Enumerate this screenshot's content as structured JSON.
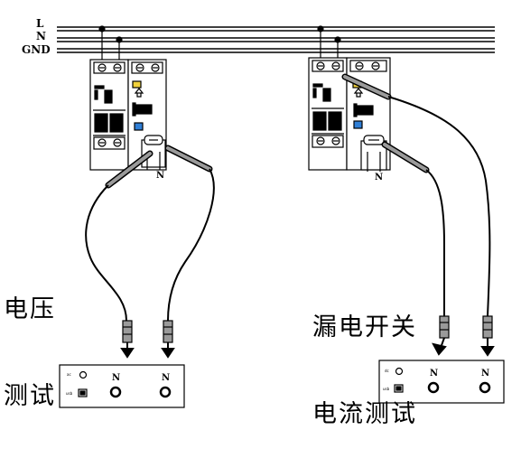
{
  "bus": {
    "lines": [
      "L",
      "N",
      "GND"
    ]
  },
  "breakers": [
    {
      "id": "left",
      "terminal_label": "N"
    },
    {
      "id": "right",
      "terminal_label": "N"
    }
  ],
  "testers": [
    {
      "id": "left",
      "port_labels": [
        "N",
        "N"
      ],
      "side_labels": [
        "ac",
        "usb"
      ]
    },
    {
      "id": "right",
      "port_labels": [
        "N",
        "N"
      ],
      "side_labels": [
        "dc",
        "usb"
      ]
    }
  ],
  "captions": {
    "left": {
      "lines": [
        "电压",
        "测试"
      ]
    },
    "right": {
      "lines": [
        "漏电开关",
        "电流测试"
      ]
    }
  },
  "colors": {
    "line": "#000000",
    "indicator_yellow": "#f2d23c",
    "indicator_blue": "#2f7fd6"
  }
}
